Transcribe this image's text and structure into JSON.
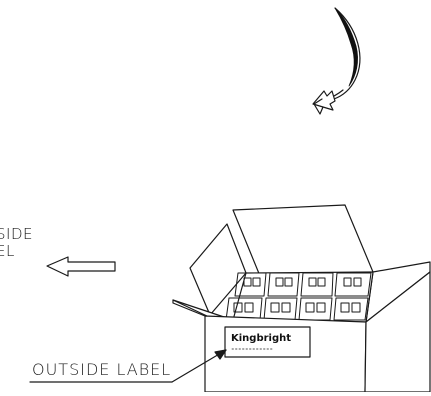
{
  "labels": {
    "top_line1": "SIDE",
    "top_line2": "EL",
    "bottom": "OUTSIDE LABEL",
    "brand": "Kingbright",
    "barcode": "/////////"
  },
  "colors": {
    "stroke": "#1a1a1a",
    "fill_dark": "#111111",
    "background": "#ffffff"
  }
}
